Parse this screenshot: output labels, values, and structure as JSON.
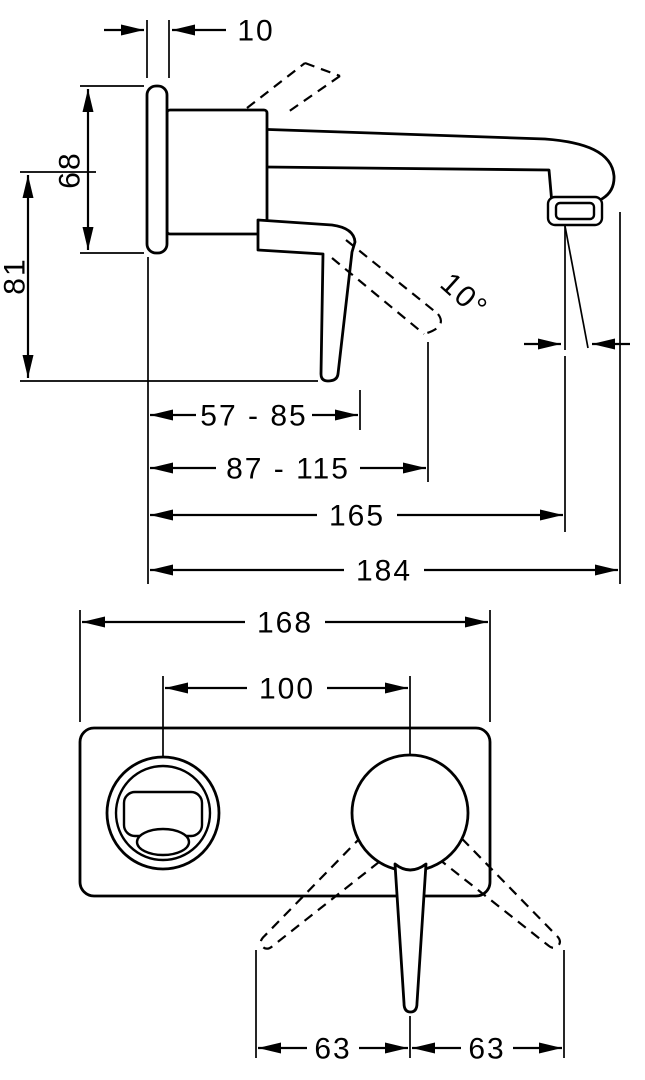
{
  "diagram": {
    "type": "technical-dimension-drawing",
    "subject": "wall-mounted single-lever basin mixer, side view and front view",
    "colors": {
      "ink": "#000000",
      "paper": "#ffffff"
    },
    "side_view": {
      "dims": {
        "plate_thickness": "10",
        "plate_height": "68",
        "height_total": "81",
        "range_short": "57 - 85",
        "range_long": "87 - 115",
        "spout_reach": "165",
        "depth_total": "184",
        "spray_angle": "10°"
      }
    },
    "front_view": {
      "dims": {
        "plate_width": "168",
        "hole_distance": "100",
        "swing_left": "63",
        "swing_right": "63"
      }
    }
  }
}
